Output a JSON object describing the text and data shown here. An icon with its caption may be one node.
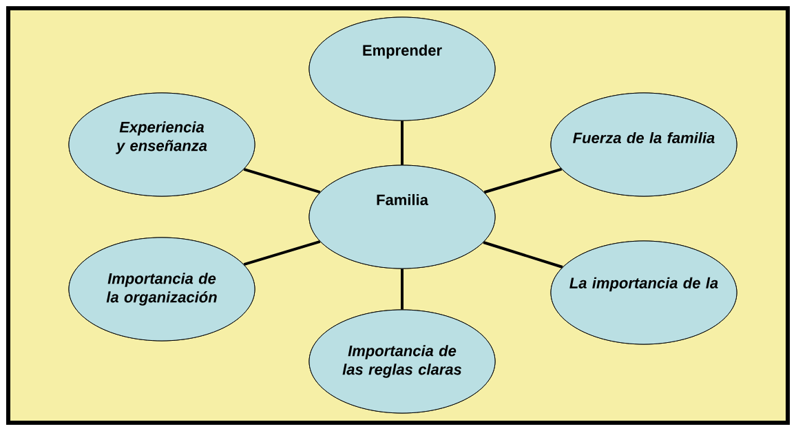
{
  "diagram": {
    "nodes": [
      {
        "text": [
          "Emprender"
        ]
      },
      {
        "text": [
          "Experiencia y enseñanza"
        ]
      },
      {
        "text": [
          "Fuerza de la familia"
        ]
      },
      {
        "text": [
          "Familia"
        ]
      },
      {
        "text": [
          "Importancia de la organización"
        ]
      },
      {
        "text": [
          "La importancia de la"
        ]
      },
      {
        "text": [
          "Importancia de las reglas claras"
        ]
      }
    ],
    "edges": [
      {
        "from": 3,
        "to": 0,
        "arrow": "none"
      },
      {
        "from": 3,
        "to": 1,
        "arrow": "none"
      },
      {
        "from": 3,
        "to": 2,
        "arrow": "none"
      },
      {
        "from": 3,
        "to": 4,
        "arrow": "none"
      },
      {
        "from": 3,
        "to": 5,
        "arrow": "none"
      },
      {
        "from": 3,
        "to": 6,
        "arrow": "none"
      }
    ]
  }
}
